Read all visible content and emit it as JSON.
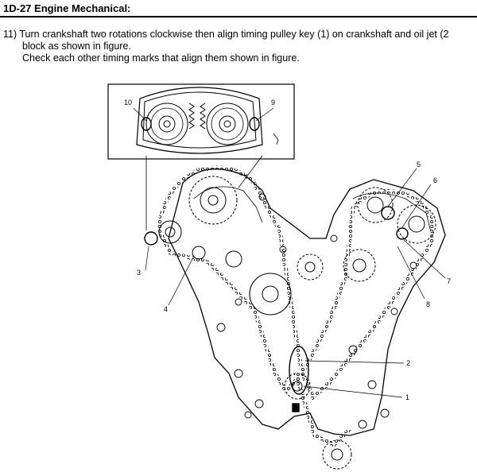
{
  "header": {
    "title": "1D-27   Engine Mechanical:"
  },
  "instruction": {
    "line1": "11) Turn crankshaft two rotations clockwise then align timing pulley key (1) on crankshaft and oil jet (2",
    "line2": "block as shown in figure.",
    "line3": "Check each other timing marks that align them shown in figure."
  },
  "figure": {
    "callouts": [
      "10",
      "9",
      "5",
      "6",
      "3",
      "4",
      "7",
      "8",
      "2",
      "1"
    ]
  }
}
